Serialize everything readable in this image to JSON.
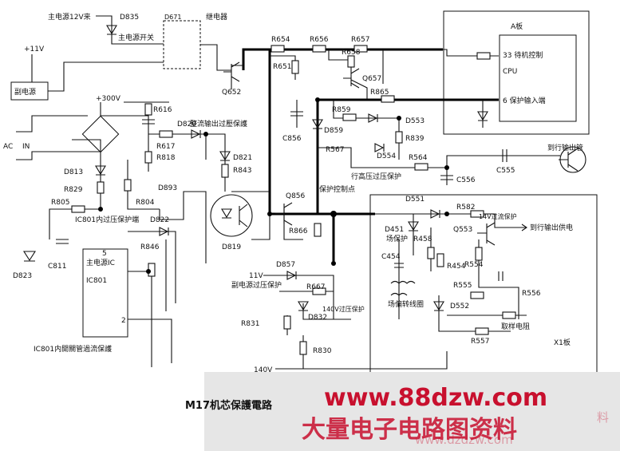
{
  "title": "M17机芯保護電路",
  "watermark": {
    "url": "www.88dzw.com",
    "slogan": "大量电子电路图资料",
    "faint": "www.dzdzw.com",
    "faint_right": "料"
  },
  "boards": {
    "a_board": "A板",
    "x1_board": "X1板"
  },
  "cpu": {
    "pin33": "33 待机控制",
    "name": "CPU",
    "pin6": "6 保护输入端"
  },
  "labels": {
    "main_12v": "主电源12V来",
    "main_switch": "主电源开关",
    "relay": "继电器",
    "plus11v": "+11V",
    "sub_power": "副电源",
    "plus300v": "+300V",
    "ac": "AC",
    "in": "IN",
    "rect_ovp": "整流输出过壓保護",
    "ovp_ic801": "IC801内过压保护端",
    "main_ic": "主电源IC",
    "ic801": "IC801",
    "pin5": "5",
    "pin2": "2",
    "ocp_ic801": "IC801内開關管過流保護",
    "prot_point": "保护控制点",
    "eht_ovp": "行高压过压保护",
    "to_hout_tube": "到行输出管",
    "ovp_14v": "14V过流保护",
    "to_hout_supply": "到行输出供电",
    "field_prot": "场保护",
    "field_coil": "场偏转线圈",
    "sample_res": "取样电阻",
    "sub_ovp": "副电源过压保护",
    "ovp_140v": "140V过压保护",
    "v11": "11V",
    "v140": "140V"
  },
  "refs": {
    "d835": "D835",
    "d671": "D671",
    "r654": "R654",
    "r656": "R656",
    "r657": "R657",
    "r651": "R651",
    "r658": "R658",
    "q652": "Q652",
    "q657": "Q657",
    "r865": "R865",
    "r859": "R859",
    "d859": "D859",
    "d553": "D553",
    "r839": "R839",
    "c856": "C856",
    "r567": "R567",
    "d554": "D554",
    "r564": "R564",
    "c556": "C556",
    "c555": "C555",
    "r616": "R616",
    "r617": "R617",
    "r818": "R818",
    "d820": "D820",
    "d821": "D821",
    "r843": "R843",
    "d813": "D813",
    "r829": "R829",
    "r805": "R805",
    "r804": "R804",
    "d893": "D893",
    "d822": "D822",
    "r846": "R846",
    "c811": "C811",
    "d823": "D823",
    "q856": "Q856",
    "r866": "R866",
    "d819": "D819",
    "d857": "D857",
    "r667": "R667",
    "d832": "D832",
    "r831": "R831",
    "r830": "R830",
    "d551": "D551",
    "r582": "R582",
    "d451": "D451",
    "r458": "R458",
    "q553": "Q553",
    "c454": "C454",
    "r454": "R454",
    "r554": "R554",
    "r555": "R555",
    "d552": "D552",
    "r556": "R556",
    "r557": "R557"
  }
}
